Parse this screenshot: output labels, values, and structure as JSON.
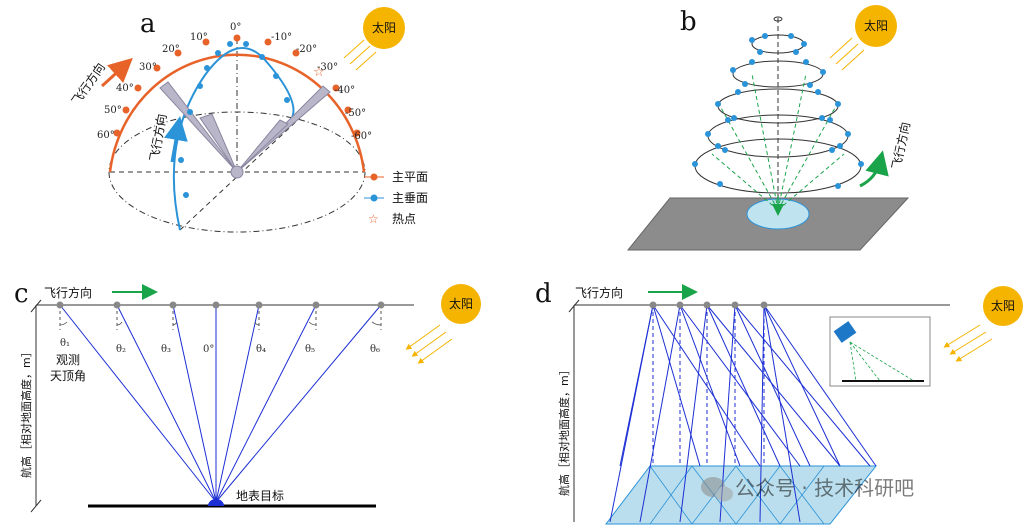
{
  "panels": {
    "a": {
      "letter": "a",
      "sun": "太阳",
      "flight1": "飞行方向",
      "flight2": "飞行方向",
      "angles_left": [
        "60°",
        "50°",
        "40°",
        "30°",
        "20°",
        "10°"
      ],
      "angle_zero": "0°",
      "angles_right": [
        "-10°",
        "-20°",
        "-30°",
        "-40°",
        "-50°",
        "-60°"
      ],
      "legend": [
        {
          "label": "主平面",
          "color": "#e8632a"
        },
        {
          "label": "主垂面",
          "color": "#2b93d8"
        },
        {
          "label": "热点",
          "color": "#e8632a"
        }
      ]
    },
    "b": {
      "letter": "b",
      "sun": "太阳",
      "flight": "飞行方向"
    },
    "c": {
      "letter": "c",
      "flight": "飞行方向",
      "sun": "太阳",
      "thetas": [
        "θ₁",
        "θ₂",
        "θ₃",
        "0°",
        "θ₄",
        "θ₅",
        "θ₆"
      ],
      "zenith_label_1": "观测",
      "zenith_label_2": "天顶角",
      "yaxis": "航高［相对地面高度，m］",
      "target": "地表目标"
    },
    "d": {
      "letter": "d",
      "flight": "飞行方向",
      "sun": "太阳",
      "yaxis": "航高［相对地面高度，m］"
    }
  },
  "watermark": "公众号 · 技术科研吧",
  "colors": {
    "orange": "#e8632a",
    "blue": "#2b93d8",
    "sun": "#f5b400",
    "green": "#1aa44a",
    "lineblue": "#1c2fd4"
  }
}
